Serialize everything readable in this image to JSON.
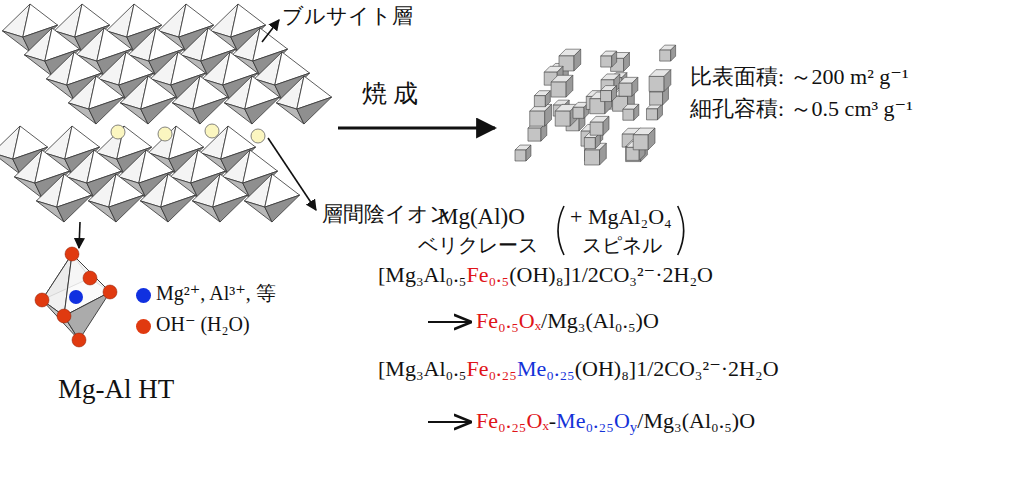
{
  "diagram": {
    "labels": [
      "ブルサイト層",
      "焼 成",
      "比表面積: ～200 m² g⁻¹",
      "細孔容積: ～0.5 cm³ g⁻¹",
      "層間陰イオン",
      "Mg(Al)O",
      "ベリクレース",
      "+ MgAl₂O₄",
      "スピネル",
      "Mg-Al HT",
      "[Mg₃Al₀.₅Fe₀.₅(OH)₈]1/2CO₃²⁻·2H₂O",
      "Fe₀.₅Oₓ/Mg₃(Al₀.₅)O",
      "[Mg₃Al₀.₅Fe₀.₂₅Me₀.₂₅(OH)₈]1/2CO₃²⁻·2H₂O",
      "Fe₀.₂₅Oₓ-Me₀.₂₅Oy/Mg₃(Al₀.₅)O"
    ],
    "legend": [
      {
        "text": "Mg²⁺, Al³⁺, 等",
        "color": "#1030e0"
      },
      {
        "text": "OH⁻ (H₂O)",
        "color": "#e03a10"
      }
    ]
  }
}
